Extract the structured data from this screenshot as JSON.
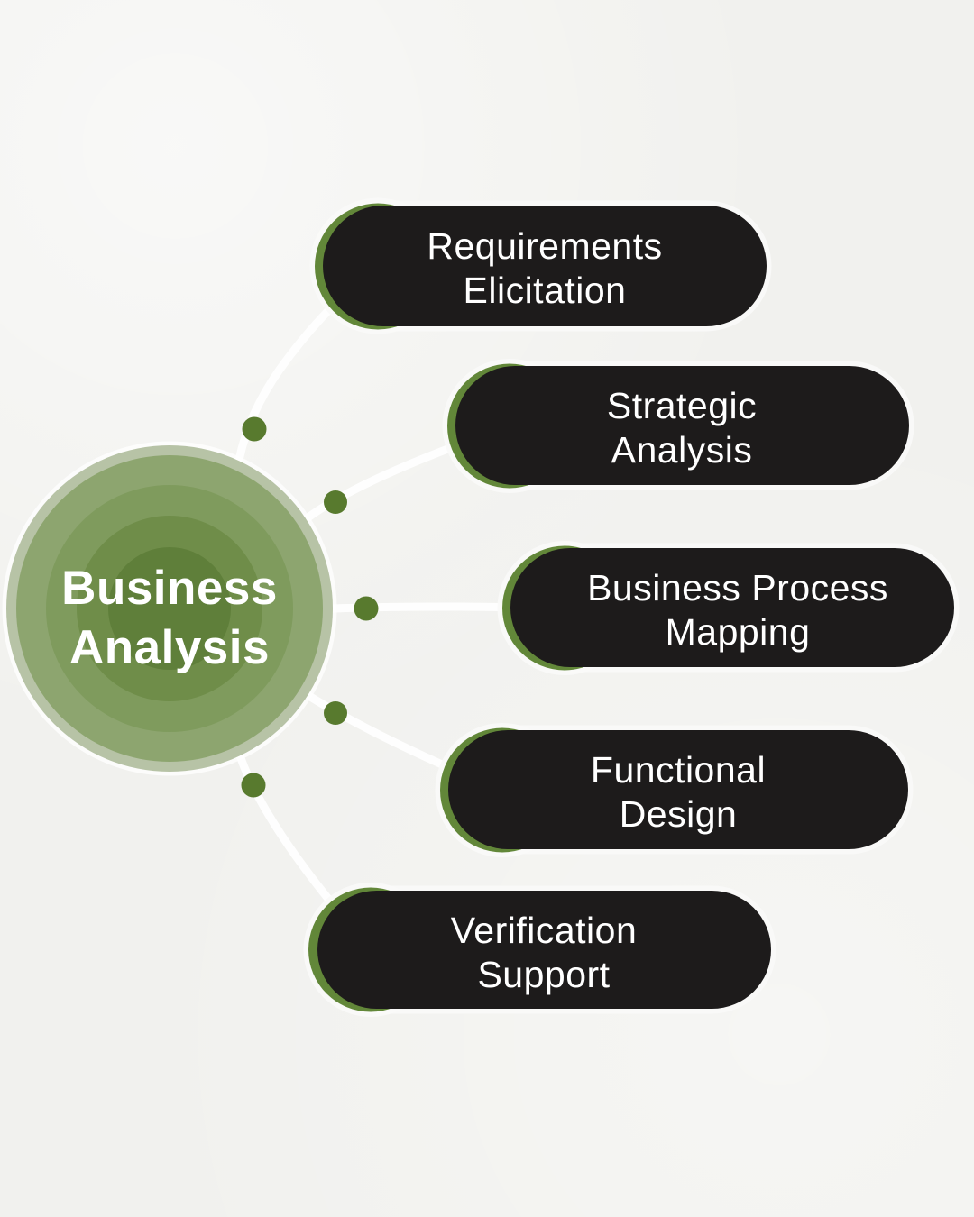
{
  "diagram_title": "Business Analysis",
  "center": {
    "line1": "Business",
    "line2": "Analysis"
  },
  "nodes": [
    {
      "line1": "Requirements",
      "line2": "Elicitation"
    },
    {
      "line1": "Strategic",
      "line2": "Analysis"
    },
    {
      "line1": "Business Process",
      "line2": "Mapping"
    },
    {
      "line1": "Functional",
      "line2": "Design"
    },
    {
      "line1": "Verification",
      "line2": "Support"
    }
  ],
  "colors": {
    "background": "#f1f1ee",
    "pill_body": "#1d1b1b",
    "pill_text": "#ffffff",
    "accent_crescent": "#628739",
    "connector_dot": "#587a2e",
    "connector_line": "#ffffff",
    "circle_rim": "#b7c3a6",
    "circle_ring_outer": "#8da56f",
    "circle_ring_mid": "#7f9b5d",
    "circle_ring_inner": "#6f8d49",
    "circle_core": "#5f7f3a",
    "center_text": "#ffffff"
  }
}
